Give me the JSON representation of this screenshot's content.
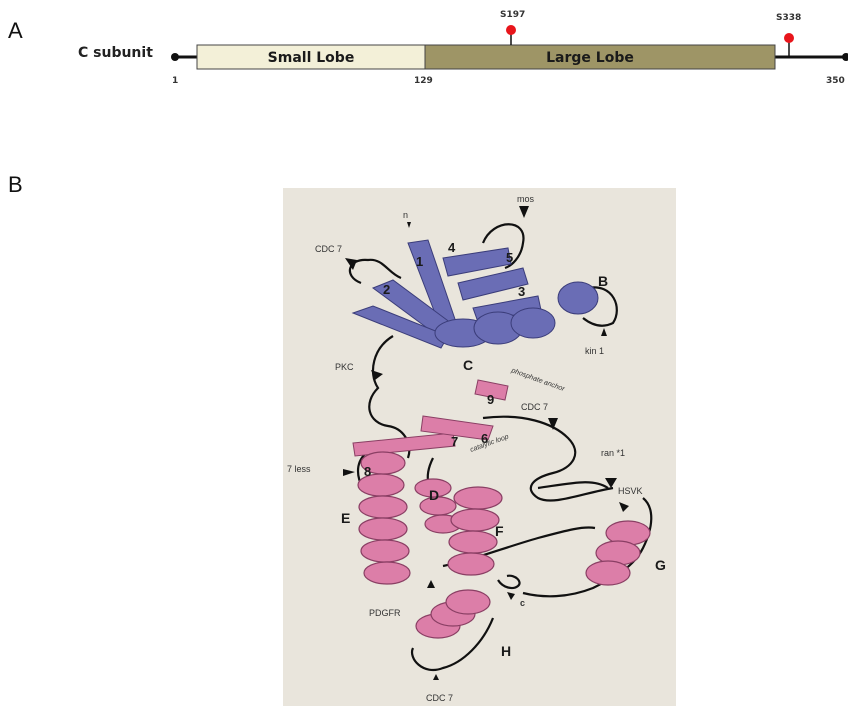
{
  "panel_a": {
    "label": "A",
    "subunit": "C subunit",
    "small_lobe": "Small Lobe",
    "large_lobe": "Large Lobe",
    "start_residue": "1",
    "boundary_residue": "129",
    "end_residue": "350",
    "site1": "S197",
    "site2": "S338",
    "colors": {
      "small_lobe": "#f3f0d8",
      "large_lobe": "#9e9566",
      "phospho_site": "#e8151b"
    }
  },
  "panel_b": {
    "label": "B",
    "strand_labels": [
      "1",
      "2",
      "3",
      "4",
      "5"
    ],
    "helix_labels": [
      "B",
      "C",
      "D",
      "E",
      "F",
      "G",
      "H"
    ],
    "lower_strand_labels": [
      "6",
      "7",
      "8",
      "9"
    ],
    "annotations": {
      "n": "n",
      "mos": "mos",
      "cdc7_top": "CDC 7",
      "kin1": "kin 1",
      "pkc": "PKC",
      "phosphate_anchor": "phosphate anchor",
      "cdc7_mid": "CDC 7",
      "ran1": "ran *1",
      "seven_less": "7 less",
      "catalytic_loop": "catalytic loop",
      "hsvk": "HSVK",
      "pdgfr": "PDGFR",
      "c": "c",
      "cdc7_bottom": "CDC 7"
    },
    "colors": {
      "small_lobe": "#6a6db5",
      "large_lobe": "#dc7ea8",
      "background": "#e9e5dc"
    }
  }
}
